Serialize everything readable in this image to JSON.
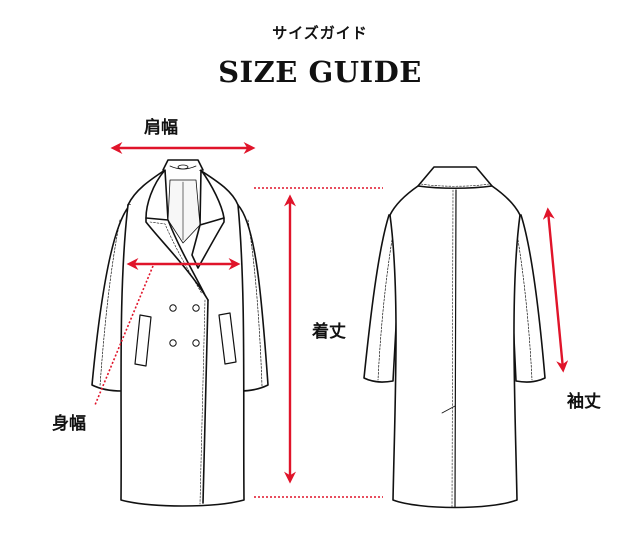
{
  "header": {
    "subtitle_jp": "サイズガイド",
    "title_en": "SIZE GUIDE"
  },
  "measurements": [
    {
      "key": "shoulder_width",
      "label": "肩幅"
    },
    {
      "key": "body_width",
      "label": "身幅"
    },
    {
      "key": "total_length",
      "label": "着丈"
    },
    {
      "key": "sleeve_length",
      "label": "袖丈"
    }
  ],
  "figures": {
    "front": "coat-front-view",
    "back": "coat-back-view"
  },
  "colors": {
    "measure_line": "#e0142a",
    "outline": "#111111",
    "background": "#ffffff"
  }
}
